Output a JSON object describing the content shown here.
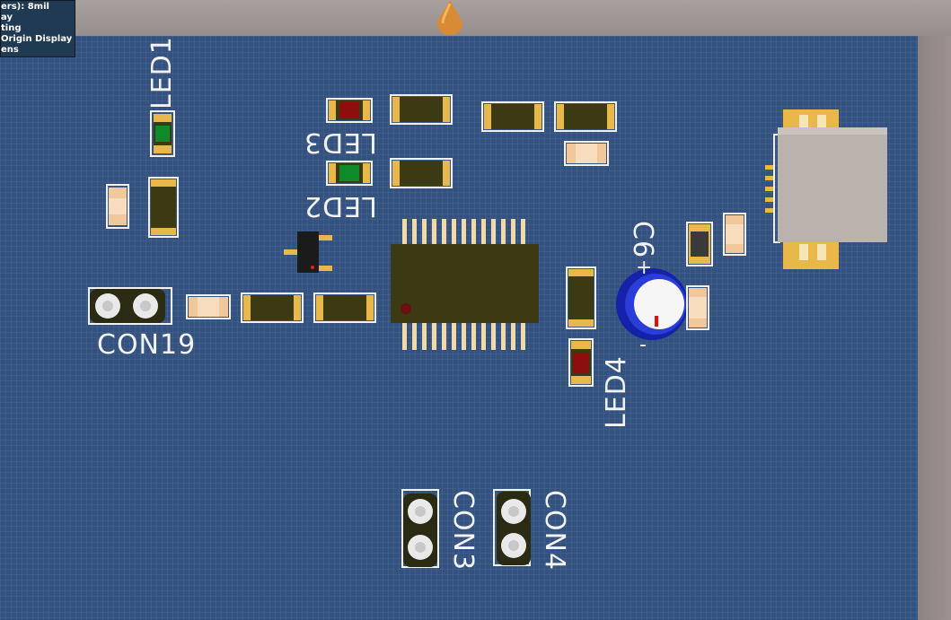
{
  "overlay": {
    "lines": [
      "ers): 8mil",
      "ay",
      "ting",
      "Origin Display",
      "ens"
    ]
  },
  "designators": {
    "led1": "LED1",
    "led2": "LED2",
    "led3": "LED3",
    "led4": "LED4",
    "con19": "CON19",
    "con3": "CON3",
    "con4": "CON4",
    "c6": "C6"
  },
  "polarity": {
    "plus": "+",
    "minus": "-"
  },
  "colors": {
    "board": "#33527f",
    "silkscreen": "#f2f2f2",
    "copper": "#e8b84a",
    "component_body": "#3b3a12",
    "led_green": "#0e8a2a",
    "led_red": "#8e0e0e"
  }
}
